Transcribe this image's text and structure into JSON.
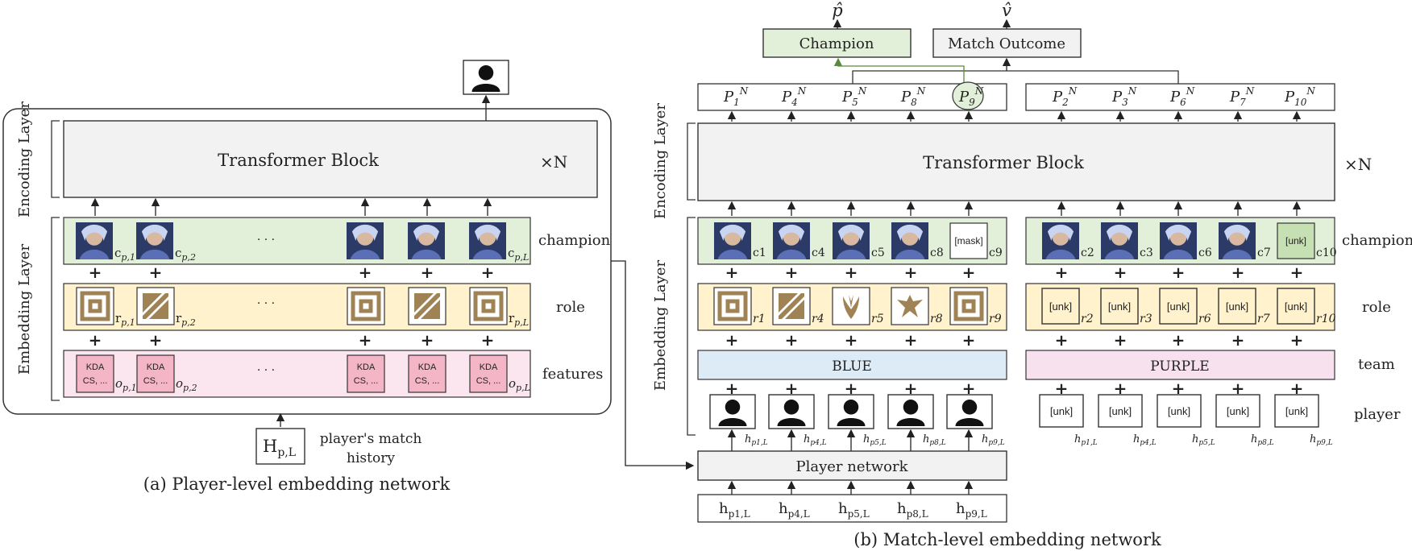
{
  "panel_a": {
    "encoding_label": "Encoding Layer",
    "embedding_label": "Embedding Layer",
    "transformer_label": "Transformer Block",
    "repeat_label": "×N",
    "row_labels": [
      "champion",
      "role",
      "features"
    ],
    "ellipsis": "· · ·",
    "champion_subs": [
      "c",
      "c",
      "c"
    ],
    "champion_subscripts": [
      "p,1",
      "p,2",
      "p,L"
    ],
    "role_subs": [
      "r",
      "r",
      "r"
    ],
    "role_subscripts": [
      "p,1",
      "p,2",
      "p,L"
    ],
    "feature_text_1": "KDA",
    "feature_text_2": "CS, ...",
    "feature_subs": [
      "o",
      "o",
      "o"
    ],
    "feature_subscripts": [
      "p,1",
      "p,2",
      "p,L"
    ],
    "input_label": "H",
    "input_subscript": "p,L",
    "input_caption_1": "player's match",
    "input_caption_2": "history",
    "caption": "(a) Player-level embedding network"
  },
  "panel_b": {
    "output_champion_hat": "p̂",
    "output_outcome_hat": "v̂",
    "champion_box": "Champion",
    "outcome_box": "Match Outcome",
    "blue_outputs": [
      {
        "base": "P",
        "sub": "1",
        "sup": "N"
      },
      {
        "base": "P",
        "sub": "4",
        "sup": "N"
      },
      {
        "base": "P",
        "sub": "5",
        "sup": "N"
      },
      {
        "base": "P",
        "sub": "8",
        "sup": "N"
      },
      {
        "base": "P",
        "sub": "9",
        "sup": "N"
      }
    ],
    "purple_outputs": [
      {
        "base": "P",
        "sub": "2",
        "sup": "N"
      },
      {
        "base": "P",
        "sub": "3",
        "sup": "N"
      },
      {
        "base": "P",
        "sub": "6",
        "sup": "N"
      },
      {
        "base": "P",
        "sub": "7",
        "sup": "N"
      },
      {
        "base": "P",
        "sub": "10",
        "sup": "N"
      }
    ],
    "encoding_label": "Encoding Layer",
    "embedding_label": "Embedding Layer",
    "transformer_label": "Transformer Block",
    "repeat_label": "×N",
    "blue_champion_subs": [
      "c1",
      "c4",
      "c5",
      "c8",
      "c9"
    ],
    "purple_champion_subs": [
      "c2",
      "c3",
      "c6",
      "c7",
      "c10"
    ],
    "mask_token": "[mask]",
    "unk_token": "[unk]",
    "blue_role_subs": [
      "r1",
      "r4",
      "r5",
      "r8",
      "r9"
    ],
    "purple_role_subs": [
      "r2",
      "r3",
      "r6",
      "r7",
      "r10"
    ],
    "team_blue": "BLUE",
    "team_purple": "PURPLE",
    "row_labels": [
      "champion",
      "role",
      "team",
      "player"
    ],
    "h_subs": [
      "p1,L",
      "p4,L",
      "p5,L",
      "p8,L",
      "p9,L"
    ],
    "player_network_label": "Player network",
    "input_base": "h",
    "input_subs": [
      "p1,L",
      "p4,L",
      "p5,L",
      "p8,L",
      "p9,L"
    ],
    "caption": "(b) Match-level embedding network"
  },
  "colors": {
    "green_fill": "#e2f0d9",
    "yellow_fill": "#fff2cc",
    "pink_fill": "#fbe5ef",
    "blue_team": "#ddebf7",
    "purple_team": "#f8e1ef",
    "feature_box": "#f4b6c6",
    "role_icon": "#a08355",
    "accent_green": "#5b8a3a"
  }
}
